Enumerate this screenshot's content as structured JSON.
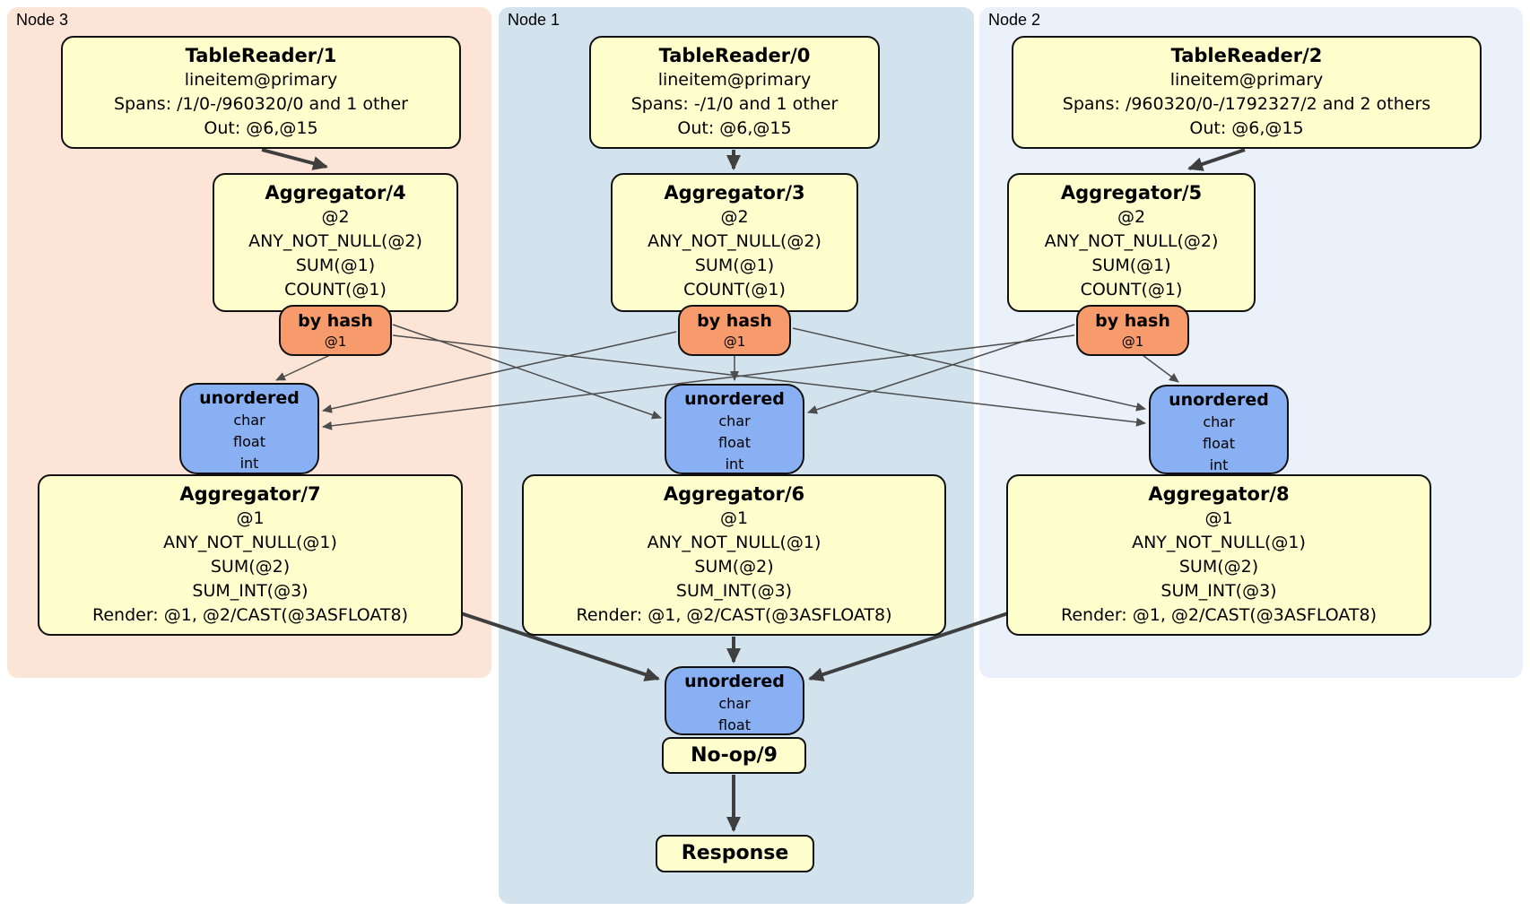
{
  "regions": {
    "node3": {
      "label": "Node 3"
    },
    "node1": {
      "label": "Node 1"
    },
    "node2": {
      "label": "Node 2"
    }
  },
  "boxes": {
    "tr1": {
      "title": "TableReader/1",
      "lines": [
        "lineitem@primary",
        "Spans: /1/0-/960320/0 and 1 other",
        "Out: @6,@15"
      ]
    },
    "tr0": {
      "title": "TableReader/0",
      "lines": [
        "lineitem@primary",
        "Spans: -/1/0 and 1 other",
        "Out: @6,@15"
      ]
    },
    "tr2": {
      "title": "TableReader/2",
      "lines": [
        "lineitem@primary",
        "Spans: /960320/0-/1792327/2 and 2 others",
        "Out: @6,@15"
      ]
    },
    "agg4": {
      "title": "Aggregator/4",
      "lines": [
        "@2",
        "ANY_NOT_NULL(@2)",
        "SUM(@1)",
        "COUNT(@1)"
      ]
    },
    "agg3": {
      "title": "Aggregator/3",
      "lines": [
        "@2",
        "ANY_NOT_NULL(@2)",
        "SUM(@1)",
        "COUNT(@1)"
      ]
    },
    "agg5": {
      "title": "Aggregator/5",
      "lines": [
        "@2",
        "ANY_NOT_NULL(@2)",
        "SUM(@1)",
        "COUNT(@1)"
      ]
    },
    "agg7": {
      "title": "Aggregator/7",
      "lines": [
        "@1",
        "ANY_NOT_NULL(@1)",
        "SUM(@2)",
        "SUM_INT(@3)",
        "Render: @1, @2/CAST(@3ASFLOAT8)"
      ]
    },
    "agg6": {
      "title": "Aggregator/6",
      "lines": [
        "@1",
        "ANY_NOT_NULL(@1)",
        "SUM(@2)",
        "SUM_INT(@3)",
        "Render: @1, @2/CAST(@3ASFLOAT8)"
      ]
    },
    "agg8": {
      "title": "Aggregator/8",
      "lines": [
        "@1",
        "ANY_NOT_NULL(@1)",
        "SUM(@2)",
        "SUM_INT(@3)",
        "Render: @1, @2/CAST(@3ASFLOAT8)"
      ]
    },
    "noop": {
      "title": "No-op/9"
    },
    "response": {
      "title": "Response"
    }
  },
  "routers": {
    "hash4": {
      "label": "by hash",
      "detail": "@1"
    },
    "hash3": {
      "label": "by hash",
      "detail": "@1"
    },
    "hash5": {
      "label": "by hash",
      "detail": "@1"
    }
  },
  "syncs": {
    "sync7": {
      "label": "unordered",
      "items": [
        "char",
        "float",
        "int"
      ]
    },
    "sync6": {
      "label": "unordered",
      "items": [
        "char",
        "float",
        "int"
      ]
    },
    "sync8": {
      "label": "unordered",
      "items": [
        "char",
        "float",
        "int"
      ]
    },
    "sync9": {
      "label": "unordered",
      "items": [
        "char",
        "float"
      ]
    }
  },
  "colors": {
    "node3_bg": "#fce4d6",
    "node1_bg": "#d3e3ed",
    "node2_bg": "#eaf1fa",
    "processor_bg": "#ffffce",
    "router_bg": "#f79b6d",
    "sync_bg": "#88b0f2",
    "edge_thick": "#3f3f3f",
    "edge_thin": "#4d4d4d"
  }
}
